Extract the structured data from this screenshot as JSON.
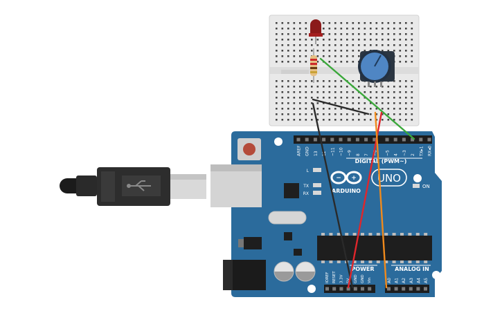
{
  "board": {
    "brand_text": "ARDUINO",
    "model_text": "UNO",
    "on_label": "ON",
    "digital_header_label": "DIGITAL (PWM~)",
    "power_label": "POWER",
    "analog_label": "ANALOG IN",
    "led_labels": [
      "L",
      "TX",
      "RX"
    ],
    "digital_pin_labels": [
      "AREF",
      "GND",
      "13",
      "12",
      "~11",
      "~10",
      "~9",
      "8",
      "7",
      "~6",
      "~5",
      "4",
      "~3",
      "2",
      "TX▸1",
      "RX◂0"
    ],
    "power_pin_labels": [
      "IOREF",
      "RESET",
      "3.3V",
      "5V",
      "GND",
      "GND",
      "Vin"
    ],
    "analog_pin_labels": [
      "A0",
      "A1",
      "A2",
      "A3",
      "A4",
      "A5"
    ]
  },
  "colors": {
    "board": "#2b6b9c",
    "breadboard": "#e9e9e9",
    "wire_green": "#3aa83a",
    "wire_red": "#e0262b",
    "wire_orange": "#f08a1c",
    "wire_black": "#2a2a2a",
    "led": "#8b1a1a",
    "potentiometer": "#4f86c4"
  },
  "components": [
    "usb-cable",
    "breadboard",
    "led",
    "resistor",
    "potentiometer",
    "arduino-uno",
    "power-jack",
    "atmega-chip"
  ]
}
